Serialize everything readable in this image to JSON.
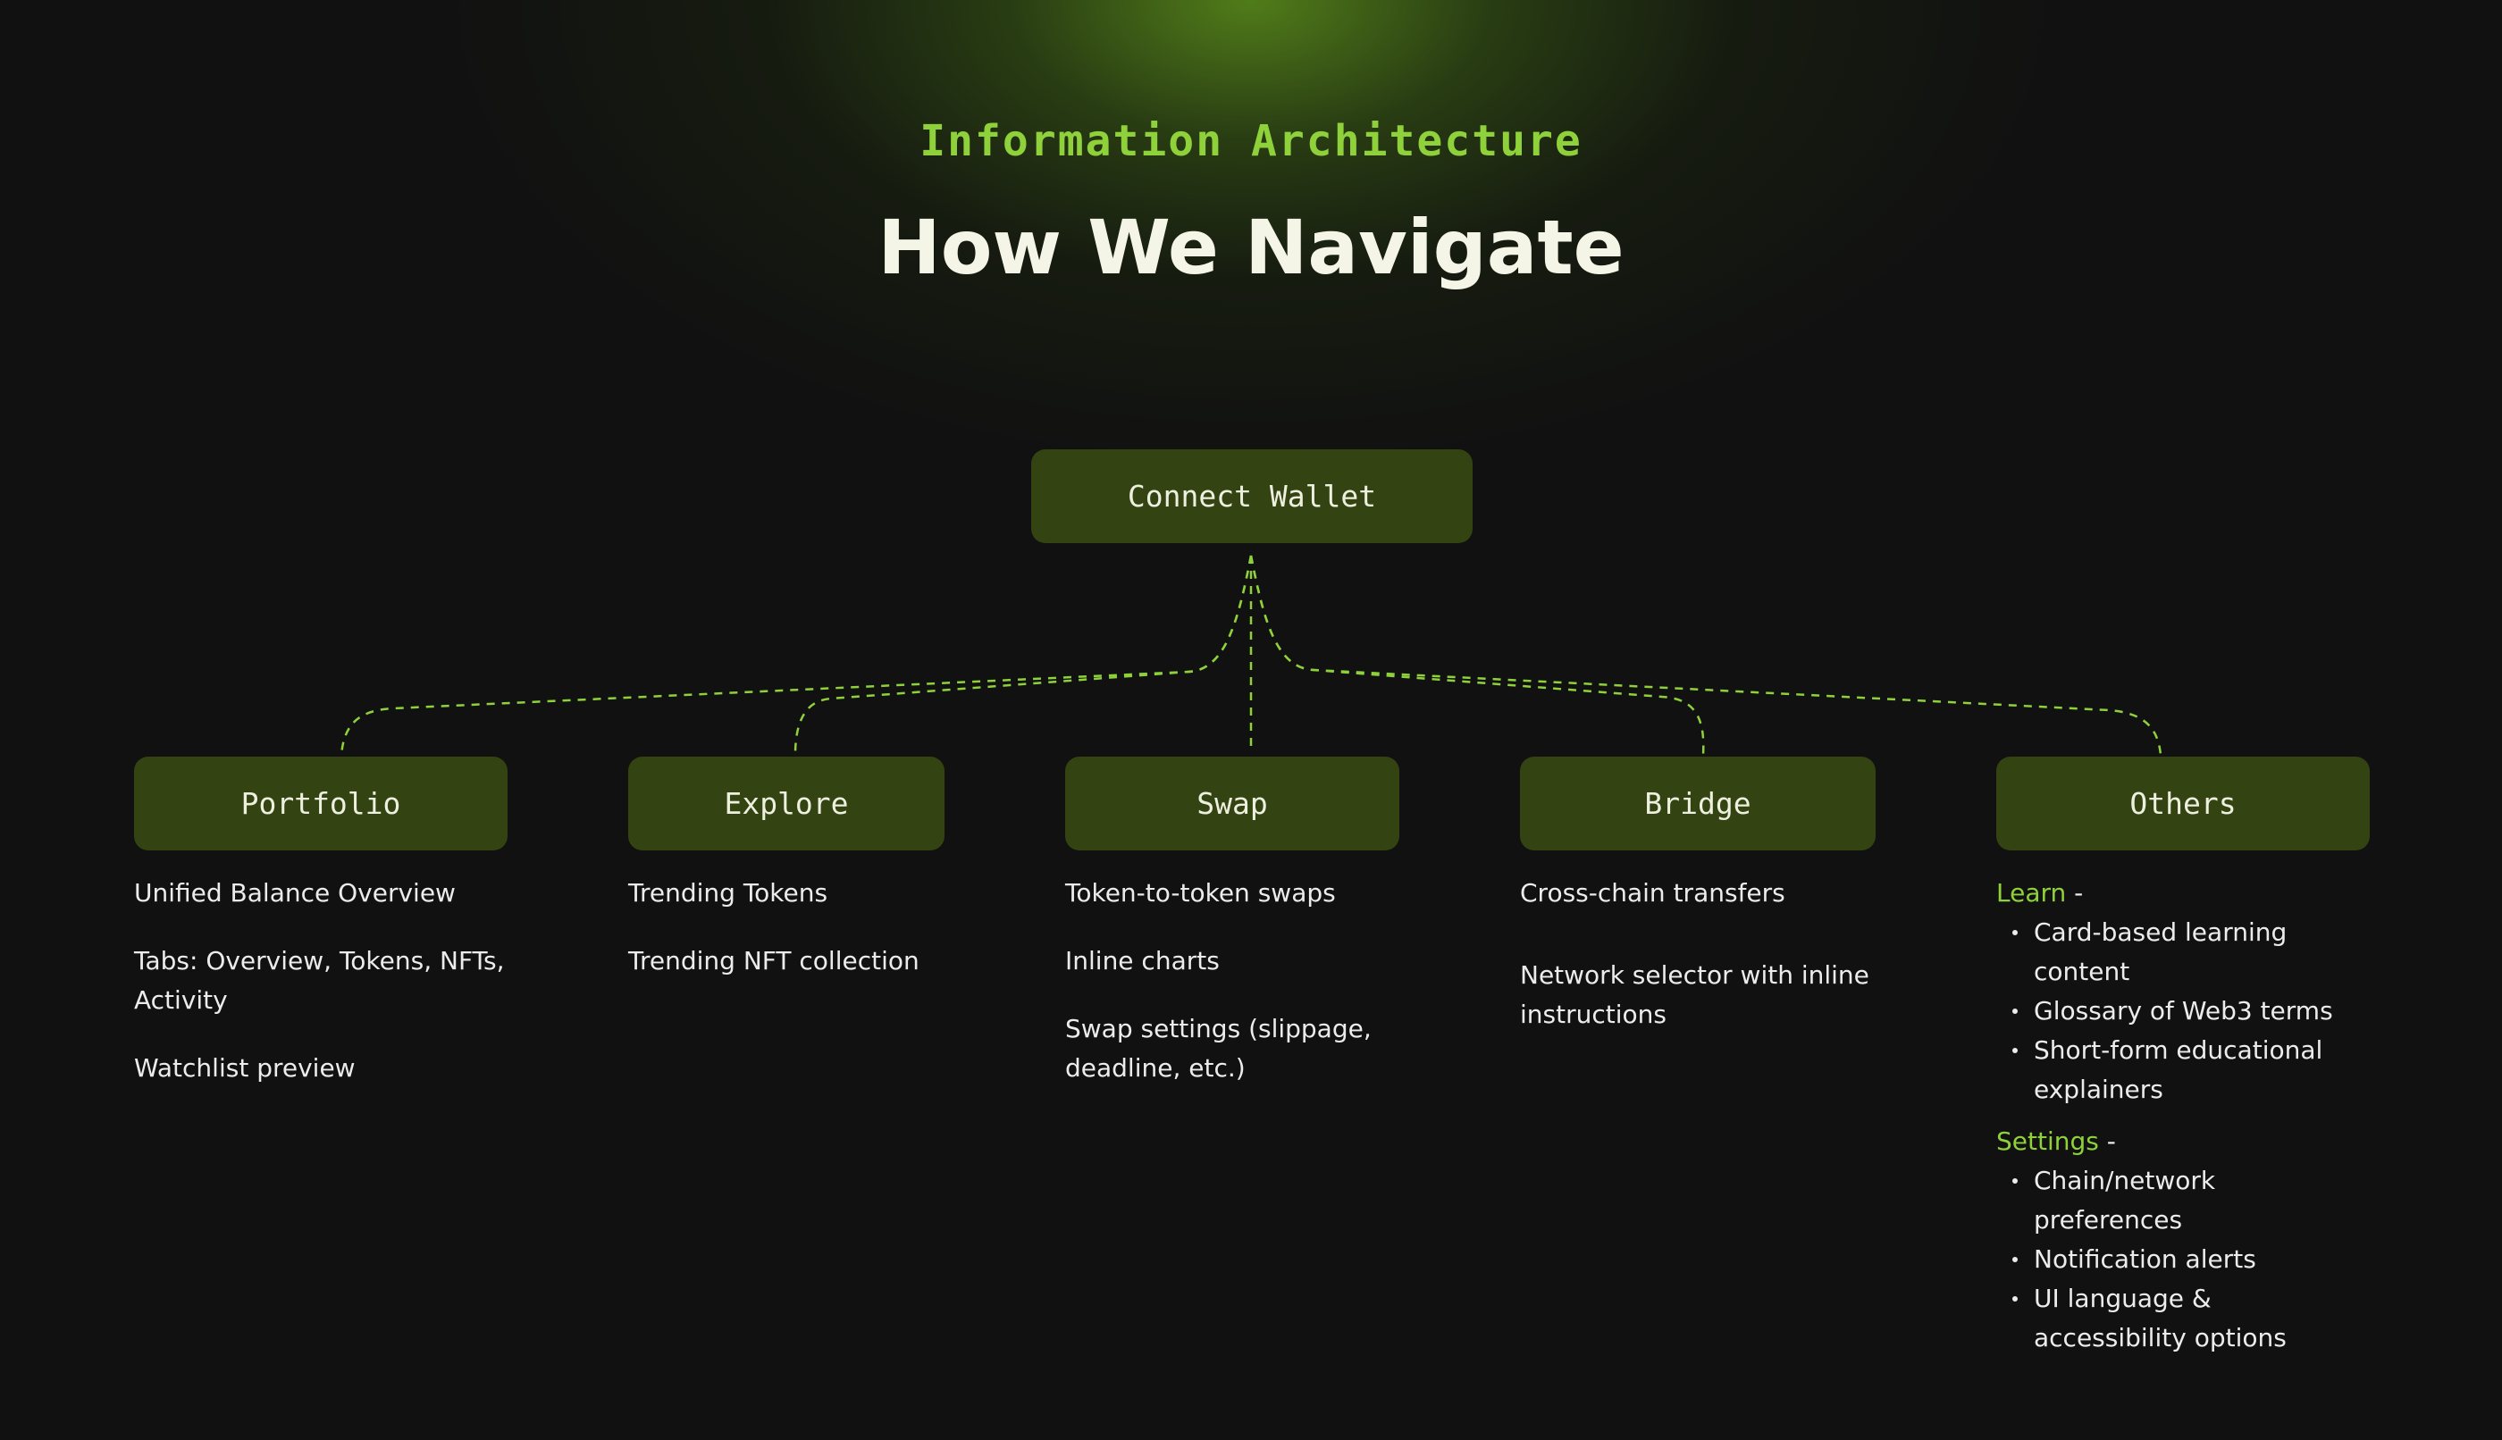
{
  "header": {
    "eyebrow": "Information Architecture",
    "title": "How We Navigate"
  },
  "root": {
    "label": "Connect Wallet"
  },
  "nodes": [
    {
      "label": "Portfolio",
      "items": [
        "Unified Balance Overview",
        "Tabs: Overview, Tokens, NFTs, Activity",
        "Watchlist preview"
      ]
    },
    {
      "label": "Explore",
      "items": [
        "Trending Tokens",
        "Trending NFT collection"
      ]
    },
    {
      "label": "Swap",
      "items": [
        "Token-to-token swaps",
        "Inline charts",
        "Swap settings (slippage, deadline, etc.)"
      ]
    },
    {
      "label": "Bridge",
      "items": [
        "Cross-chain transfers",
        "Network selector with inline instructions"
      ]
    },
    {
      "label": "Others",
      "sections": [
        {
          "title": "Learn",
          "suffix": " -",
          "bullets": [
            "Card-based learning content",
            "Glossary of Web3 terms",
            "Short-form educational explainers"
          ]
        },
        {
          "title": "Settings",
          "suffix": " -",
          "bullets": [
            "Chain/network preferences",
            "Notification alerts",
            "UI language & accessibility options"
          ]
        }
      ]
    }
  ],
  "colors": {
    "background": "#111111",
    "accent": "#8fd13a",
    "node_fill": "#344312",
    "connector": "#8fd13a"
  }
}
